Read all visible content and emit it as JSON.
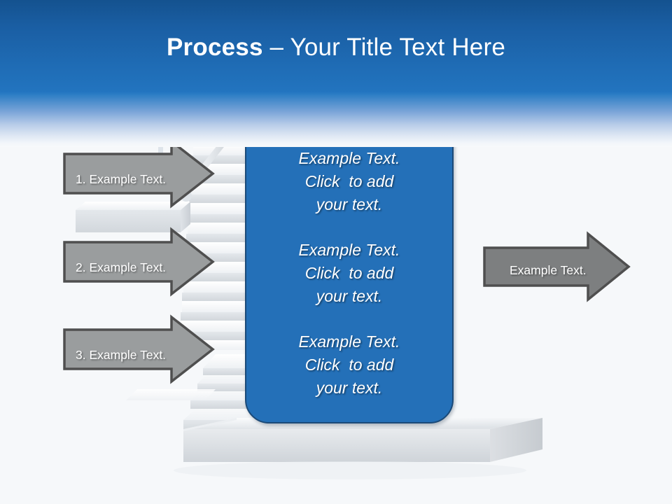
{
  "slide": {
    "title_bold": "Process",
    "title_rest": " – Your Title Text Here",
    "title_full": "Process – Your Title Text Here"
  },
  "colors": {
    "header_blue_dark": "#14528f",
    "header_blue_mid": "#1f6cb5",
    "box_blue": "#2470b8",
    "box_border": "#1b4a78",
    "arrow_gray_light": "#9a9d9e",
    "arrow_gray_dark": "#7d7f80",
    "arrow_outline": "#4f4f4f",
    "background": "#f7f9fb",
    "text_white": "#ffffff"
  },
  "left_arrows": [
    {
      "label": "1. Example Text."
    },
    {
      "label": "2. Example Text."
    },
    {
      "label": "3. Example Text."
    }
  ],
  "right_arrow": {
    "label": "Example Text."
  },
  "content_box": {
    "blocks": [
      {
        "line1": "Example Text.",
        "line2": "Click  to add",
        "line3": "your text."
      },
      {
        "line1": "Example Text.",
        "line2": "Click  to add",
        "line3": "your text."
      },
      {
        "line1": "Example Text.",
        "line2": "Click  to add",
        "line3": "your text."
      }
    ]
  },
  "scene": {
    "staircase_label": "staircase-graphic",
    "chair_label": "office-chair-graphic",
    "platform_label": "platform-slab-graphic"
  }
}
